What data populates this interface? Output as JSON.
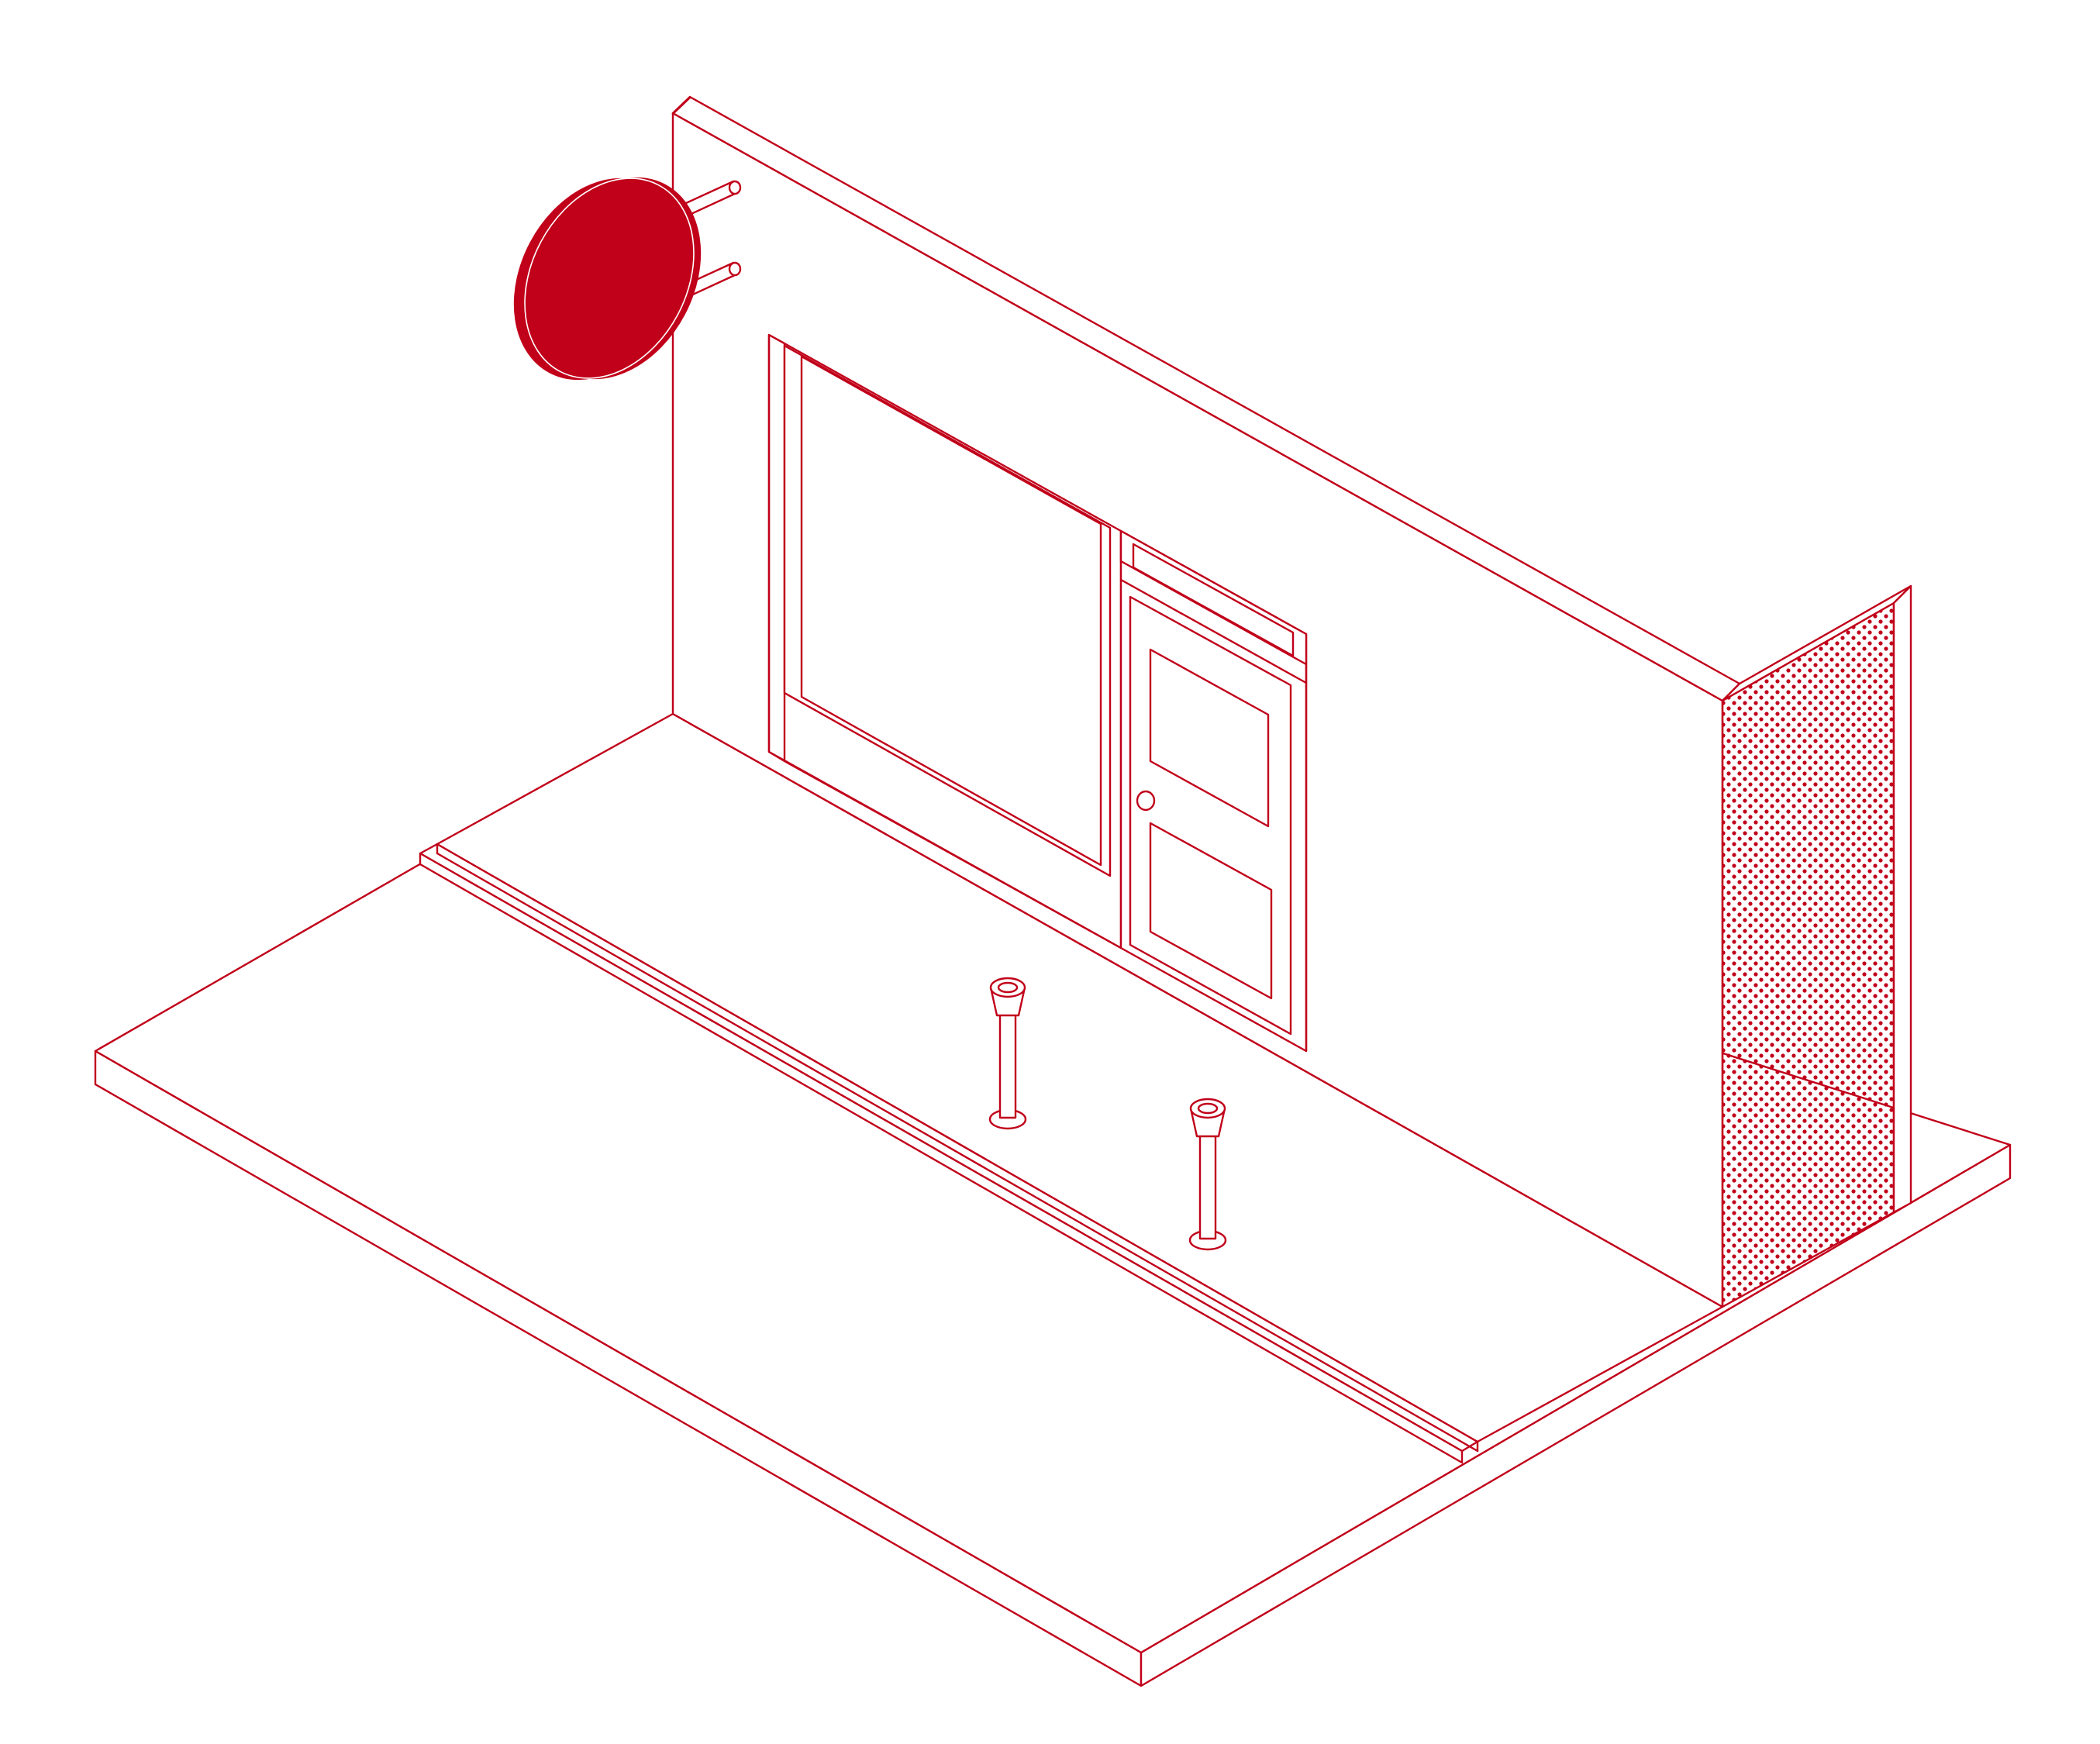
{
  "colors": {
    "line": "#c1001a",
    "accent": "#c1001a",
    "background": "#ffffff"
  },
  "scene": {
    "subject": "isometric-storefront",
    "elements": [
      "sidewalk-slab",
      "curb",
      "building-facade",
      "shop-window",
      "door",
      "transom",
      "round-sign",
      "parking-meter",
      "parking-meter",
      "dotted-side-wall"
    ]
  }
}
